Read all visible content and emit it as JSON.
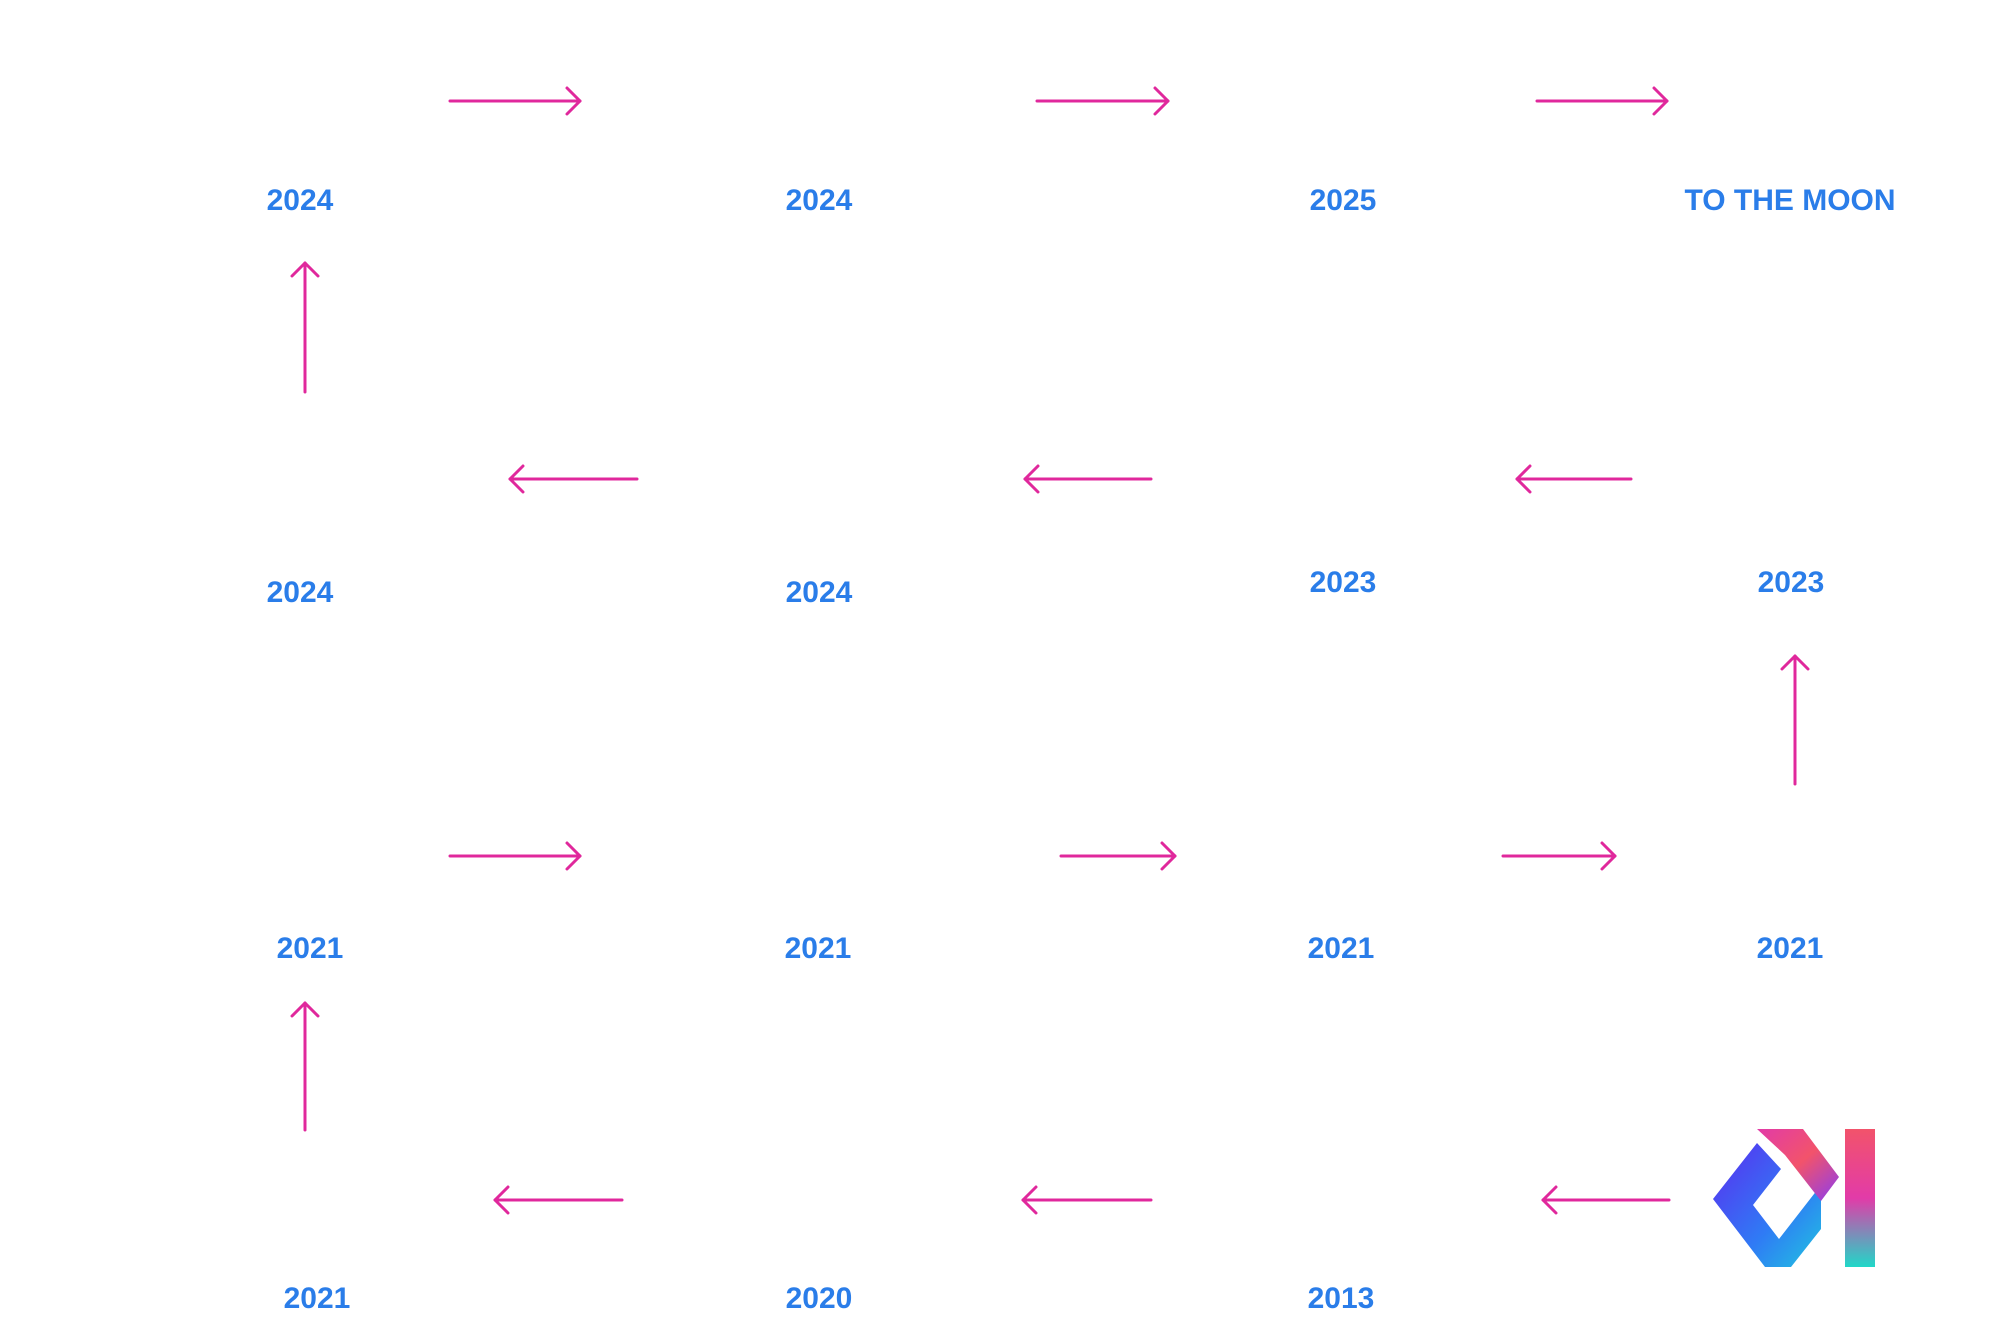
{
  "colors": {
    "label": "#2A7DE9",
    "arrow": "#E0289C",
    "logo_gradient": [
      "#5B2CF0",
      "#2F7BF5",
      "#20C4E0",
      "#F2536B",
      "#E23BA8"
    ]
  },
  "logo": {
    "icon": "brand-logo-icon"
  },
  "timeline": [
    {
      "id": "n1",
      "label": "2013"
    },
    {
      "id": "n2",
      "label": "2020"
    },
    {
      "id": "n3",
      "label": "2021"
    },
    {
      "id": "n4",
      "label": "2021"
    },
    {
      "id": "n5",
      "label": "2021"
    },
    {
      "id": "n6",
      "label": "2021"
    },
    {
      "id": "n7",
      "label": "2021"
    },
    {
      "id": "n8",
      "label": "2023"
    },
    {
      "id": "n9",
      "label": "2023"
    },
    {
      "id": "n10",
      "label": "2024"
    },
    {
      "id": "n11",
      "label": "2024"
    },
    {
      "id": "n12",
      "label": "2024"
    },
    {
      "id": "n13",
      "label": "2024"
    },
    {
      "id": "n14",
      "label": "2025"
    },
    {
      "id": "n15",
      "label": "TO THE MOON"
    }
  ]
}
